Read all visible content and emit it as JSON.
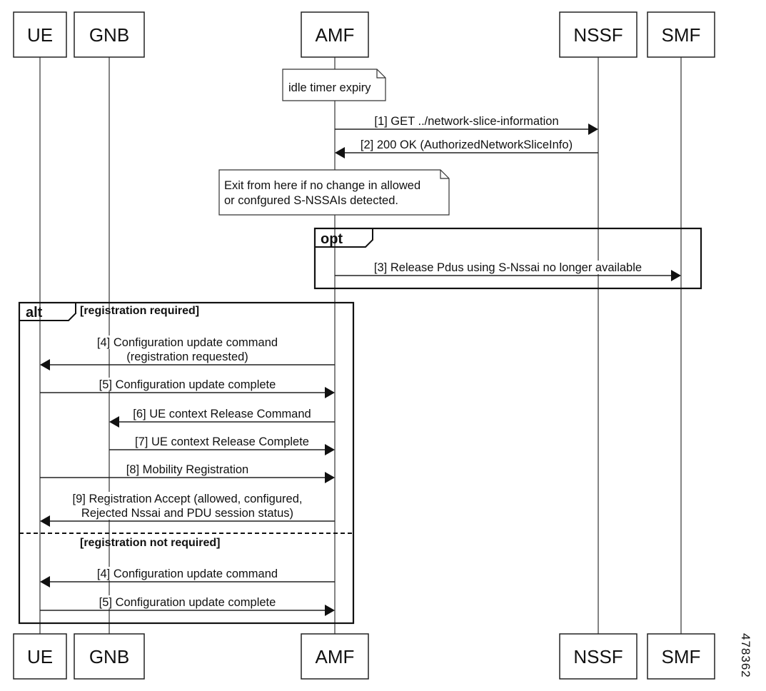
{
  "participants": [
    {
      "id": "ue",
      "label": "UE"
    },
    {
      "id": "gnb",
      "label": "GNB"
    },
    {
      "id": "amf",
      "label": "AMF"
    },
    {
      "id": "nssf",
      "label": "NSSF"
    },
    {
      "id": "smf",
      "label": "SMF"
    }
  ],
  "notes": [
    {
      "lines": [
        "idle timer expiry"
      ]
    },
    {
      "lines": [
        "Exit from here if no change in allowed",
        "or confgured S-NSSAIs detected."
      ]
    }
  ],
  "fragments": {
    "opt": {
      "tag": "opt"
    },
    "alt": {
      "tag": "alt",
      "guard_1": "[registration required]",
      "guard_2": "[registration not required]"
    }
  },
  "messages": [
    {
      "from": "amf",
      "to": "nssf",
      "lines": [
        "[1] GET ../network-slice-information"
      ]
    },
    {
      "from": "nssf",
      "to": "amf",
      "lines": [
        "[2] 200 OK (AuthorizedNetworkSliceInfo)"
      ]
    },
    {
      "from": "amf",
      "to": "smf",
      "lines": [
        "[3] Release Pdus using S-Nssai no longer available"
      ]
    },
    {
      "from": "amf",
      "to": "ue",
      "lines": [
        "[4] Configuration update command",
        "(registration requested)"
      ]
    },
    {
      "from": "ue",
      "to": "amf",
      "lines": [
        "[5] Configuration update complete"
      ]
    },
    {
      "from": "amf",
      "to": "gnb",
      "lines": [
        "[6] UE context Release Command"
      ]
    },
    {
      "from": "gnb",
      "to": "amf",
      "lines": [
        "[7] UE context Release Complete"
      ]
    },
    {
      "from": "ue",
      "to": "amf",
      "lines": [
        "[8] Mobility Registration"
      ]
    },
    {
      "from": "amf",
      "to": "ue",
      "lines": [
        "[9] Registration Accept (allowed, configured,",
        "Rejected Nssai and PDU session status)"
      ]
    },
    {
      "from": "amf",
      "to": "ue",
      "lines": [
        "[4] Configuration update command"
      ]
    },
    {
      "from": "ue",
      "to": "amf",
      "lines": [
        "[5] Configuration update complete"
      ]
    }
  ],
  "figure_id": "478362"
}
